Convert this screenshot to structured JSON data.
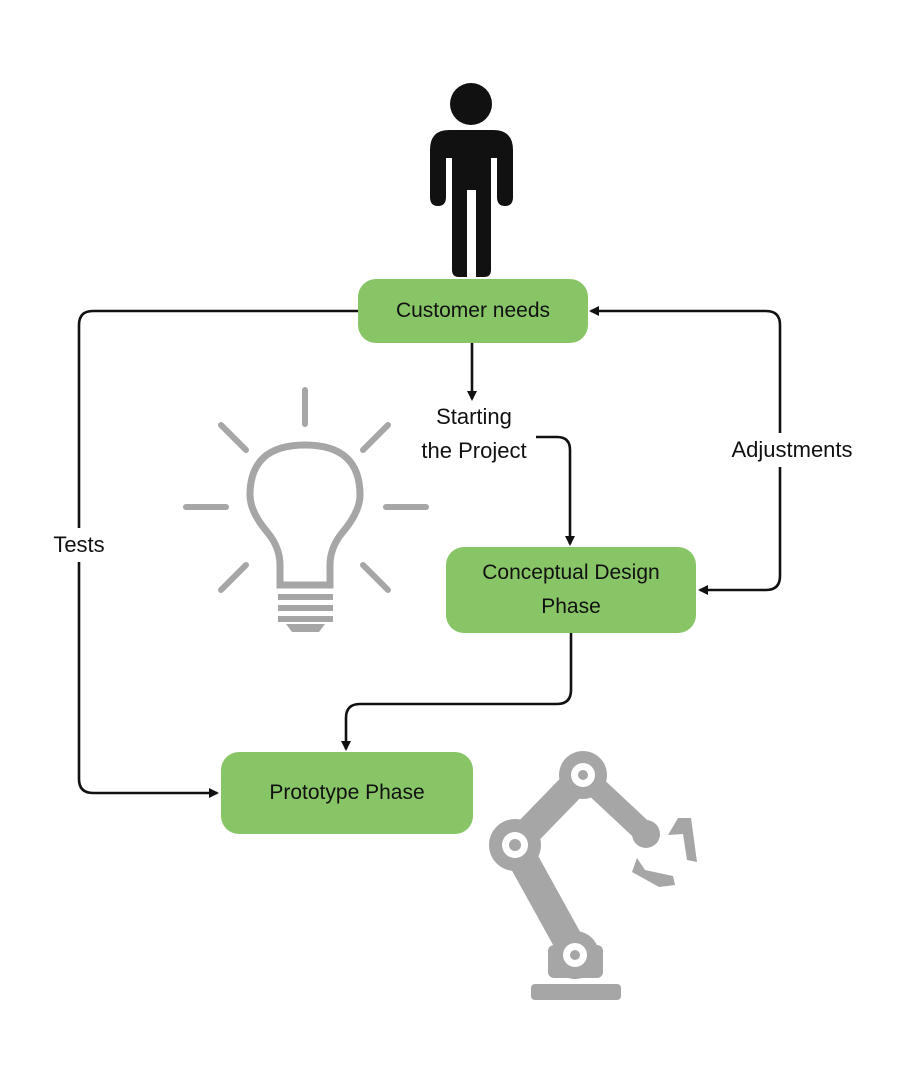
{
  "colors": {
    "node_fill": "#88c566",
    "icon_gray": "#a6a6a6",
    "person": "#111111",
    "connector": "#111111",
    "background": "#ffffff"
  },
  "icons": [
    "person-icon",
    "lightbulb-icon",
    "robot-arm-icon"
  ],
  "nodes": {
    "customer_needs": "Customer needs",
    "conceptual_design": [
      "Conceptual Design",
      "Phase"
    ],
    "prototype": "Prototype Phase"
  },
  "edge_labels": {
    "starting_project": [
      "Starting",
      "the Project"
    ],
    "adjustments": "Adjustments",
    "tests": "Tests"
  }
}
